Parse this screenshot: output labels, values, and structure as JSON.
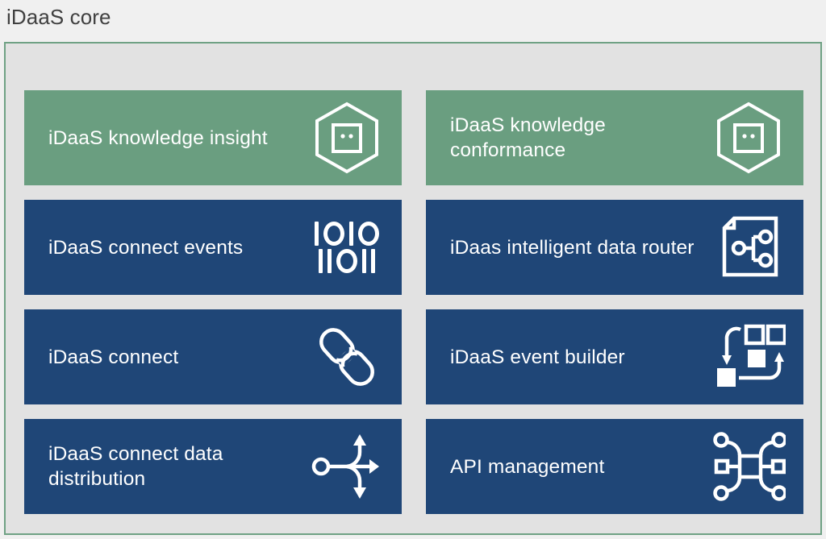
{
  "header": {
    "title": "iDaaS core"
  },
  "colors": {
    "green": "#6a9e80",
    "blue": "#1f4677",
    "panel_background": "#e2e2e2",
    "panel_border": "#6fa184",
    "page_background": "#f0f0f0",
    "card_text": "#ffffff",
    "title_text": "#404040"
  },
  "cards": [
    {
      "label": "iDaaS knowledge insight",
      "color": "green",
      "icon": "hexagon-square-dots-icon"
    },
    {
      "label": "iDaaS knowledge conformance",
      "color": "green",
      "icon": "hexagon-square-dots-icon"
    },
    {
      "label": "iDaaS connect events",
      "color": "blue",
      "icon": "binary-digits-icon",
      "binary": {
        "top": [
          "1",
          "0",
          "1",
          "0"
        ],
        "bottom": [
          "1",
          "1",
          "0",
          "1",
          "1"
        ]
      }
    },
    {
      "label": "iDaas intelligent data router",
      "color": "blue",
      "icon": "document-node-router-icon"
    },
    {
      "label": "iDaaS connect",
      "color": "blue",
      "icon": "chain-link-icon"
    },
    {
      "label": "iDaaS event builder",
      "color": "blue",
      "icon": "workflow-squares-arrows-icon"
    },
    {
      "label": "iDaaS connect data distribution",
      "color": "blue",
      "icon": "distribution-three-arrows-icon"
    },
    {
      "label": "API management",
      "color": "blue",
      "icon": "api-network-nodes-icon"
    }
  ]
}
